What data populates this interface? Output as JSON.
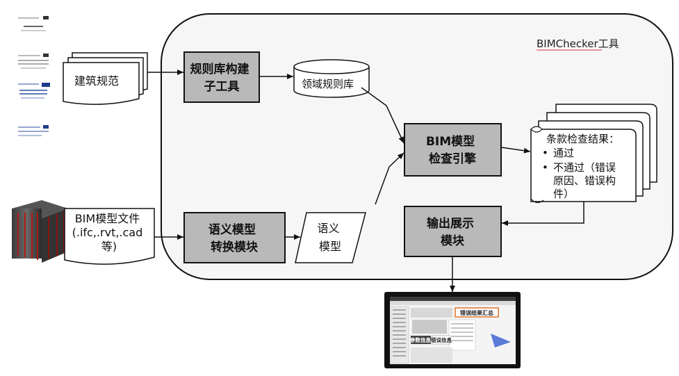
{
  "tool_title": "BIMChecker工具",
  "building_codes": "建筑规范",
  "rule_builder": [
    "规则库构建",
    "子工具"
  ],
  "domain_rules": "领域规则库",
  "bim_file": [
    "BIM模型文件",
    "(.ifc,.rvt,.cad",
    "等)"
  ],
  "semantic_converter": [
    "语义模型",
    "转换模块"
  ],
  "semantic_model": [
    "语义",
    "模型"
  ],
  "check_engine": [
    "BIM模型",
    "检查引擎"
  ],
  "results": {
    "title": "条款检查结果：",
    "pass": "通过",
    "fail": [
      "不通过（错误",
      "原因、错误构",
      "件）"
    ],
    "bullet": "•"
  },
  "output_module": [
    "输出展示",
    "模块"
  ],
  "screen": {
    "banner": "错误结果汇总",
    "label1": "参数信息",
    "label2": "错误信息"
  },
  "colors": {
    "box_fill": "#b9b9b9",
    "container_fill": "#f5f5f5",
    "banner": "#e0742a",
    "screen_bezel": "#111111"
  }
}
